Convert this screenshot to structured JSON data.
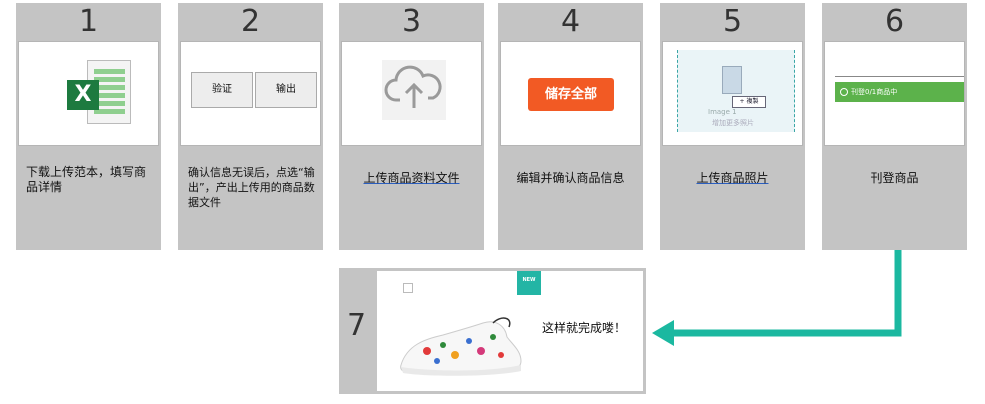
{
  "steps": [
    {
      "num": "1",
      "desc": "下载上传范本，填写商品详情"
    },
    {
      "num": "2",
      "desc": "确认信息无误后，点选“输出”，产出上传用的商品数据文件",
      "button_left": "验证",
      "button_right": "输出"
    },
    {
      "num": "3",
      "desc": "上传商品资料文件"
    },
    {
      "num": "4",
      "desc": "编辑并确认商品信息",
      "button": "储存全部"
    },
    {
      "num": "5",
      "desc": "上传商品照片",
      "image_label": "Image 1",
      "copy_button": "+ 複製",
      "add_label": "增加更多照片"
    },
    {
      "num": "6",
      "desc": "刊登商品",
      "status": "刊登0/1商品中"
    }
  ],
  "final_step": {
    "num": "7",
    "desc": "这样就完成喽！",
    "badge": "NEW"
  },
  "colors": {
    "panel": "#c4c4c4",
    "arrow": "#1bb8a0",
    "save": "#f25a24",
    "publish": "#5cb24b"
  }
}
